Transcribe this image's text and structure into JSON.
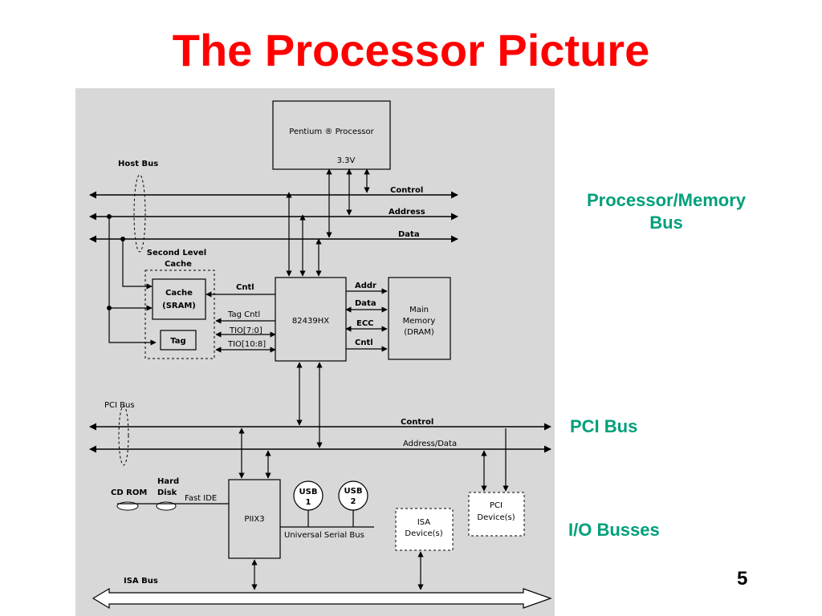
{
  "slide": {
    "title": "The Processor Picture",
    "page_number": "5",
    "side_labels": {
      "processor_memory_bus_line1": "Processor/Memory",
      "processor_memory_bus_line2": "Bus",
      "pci_bus": "PCI Bus",
      "io_busses": "I/O Busses"
    }
  },
  "diagram": {
    "processor": "Pentium ® Processor",
    "voltage": "3.3V",
    "host_bus": "Host Bus",
    "control": "Control",
    "address": "Address",
    "data": "Data",
    "second_level_cache_line1": "Second Level",
    "second_level_cache_line2": "Cache",
    "cache_line1": "Cache",
    "cache_line2": "(SRAM)",
    "tag": "Tag",
    "chipset": "82439HX",
    "cntl": "Cntl",
    "tag_cntl": "Tag Cntl",
    "tio_7_0": "TIO[7:0]",
    "tio_10_8": "TIO[10:8]",
    "addr": "Addr",
    "data_short": "Data",
    "ecc": "ECC",
    "cntl2": "Cntl",
    "main_memory_line1": "Main",
    "main_memory_line2": "Memory",
    "main_memory_line3": "(DRAM)",
    "pci_bus": "PCI Bus",
    "pci_control": "Control",
    "pci_address_data": "Address/Data",
    "cdrom": "CD ROM",
    "hard_disk_line1": "Hard",
    "hard_disk_line2": "Disk",
    "fast_ide": "Fast IDE",
    "piix3": "PIIX3",
    "usb1_line1": "USB",
    "usb1_line2": "1",
    "usb2_line1": "USB",
    "usb2_line2": "2",
    "universal_serial_bus": "Universal Serial Bus",
    "isa_device_line1": "ISA",
    "isa_device_line2": "Device(s)",
    "pci_device_line1": "PCI",
    "pci_device_line2": "Device(s)",
    "isa_bus": "ISA Bus"
  },
  "colors": {
    "title": "#ff0000",
    "side_labels": "#00a07a",
    "diagram_background": "#d8d8d8"
  }
}
